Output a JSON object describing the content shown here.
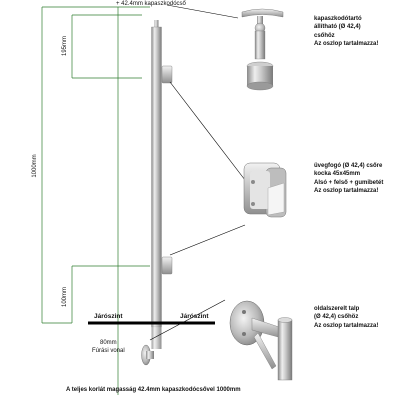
{
  "top_label": "+ 42.4mm kapaszkodócső",
  "dimensions": {
    "top": "195mm",
    "total": "1000mm",
    "bottom": "100mm"
  },
  "floor": {
    "left": "Járószint",
    "right": "Járószint"
  },
  "drill_line": [
    "80mm",
    "Fúrási vonal"
  ],
  "footer": "A teljes korlát magasság 42.4mm kapaszkodócsővel 1000mm",
  "parts": {
    "handrail_holder": [
      "kapaszkodótartó",
      "állítható (Ø 42,4)",
      "csőhöz",
      "Az oszlop tartalmazza!"
    ],
    "glass_clamp": [
      "üvegfogó (Ø 42,4) csőre",
      "kocka 45x45mm",
      "Alsó + felső + gumibetét",
      "Az oszlop tartalmazza!"
    ],
    "side_mount": [
      "oldalszerelt talp",
      "(Ø 42,4) csőhöz",
      "Az oszlop tartalmazza!"
    ]
  },
  "colors": {
    "steel_light": "#eeeeee",
    "steel_dark": "#8a8a8a",
    "dimension_line": "#2f7d2f",
    "floor_line": "#000000"
  }
}
